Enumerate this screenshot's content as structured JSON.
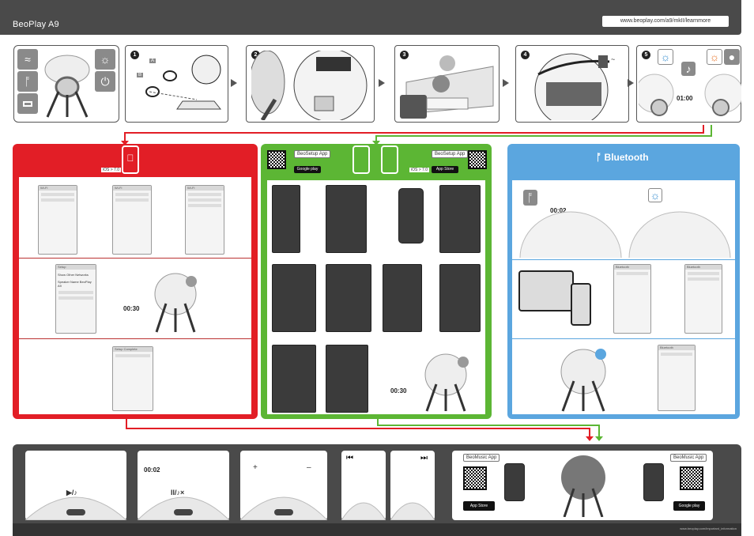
{
  "header": {
    "title": "BeoPlay A9",
    "url": "www.beoplay.com/a9/mkII/learnmore"
  },
  "steps": [
    {
      "num": "1",
      "labels": [
        "A",
        "B"
      ]
    },
    {
      "num": "2"
    },
    {
      "num": "3"
    },
    {
      "num": "4",
      "symbol": "~"
    },
    {
      "num": "5",
      "timer": "01:00"
    }
  ],
  "ios_panel": {
    "version": "iOS > 7.0",
    "timer": "00:30",
    "screens_row1": [
      "Settings",
      "Wi-Fi",
      "Settings",
      "Wi-Fi",
      "Settings",
      "Wi-Fi"
    ],
    "screens_row2": [
      "Wi-Fi",
      "Setup",
      "Show Other Networks",
      "Speaker Name BeoPlay A9"
    ],
    "screens_row3": [
      "Setup Complete"
    ]
  },
  "android_panel": {
    "left_app_label": "BeoSetup App",
    "right_app_label": "BeoSetup App",
    "google_play": "Google play",
    "app_store": "App Store",
    "version": "iOS > 7.0",
    "timer": "00:30"
  },
  "bluetooth_panel": {
    "title": "Bluetooth",
    "timer": "00:02",
    "screens": [
      "Bluetooth",
      "Bluetooth",
      "Bluetooth"
    ]
  },
  "bottom": {
    "timer": "00:02",
    "plus": "+",
    "minus": "–",
    "left_app_label": "BeoMusic App",
    "right_app_label": "BeoMusic App",
    "app_store": "App Store",
    "google_play": "Google play",
    "footer_url": "www.beoplay.com/important_information"
  },
  "colors": {
    "header": "#4a4a4a",
    "ios": "#e21e26",
    "android": "#5cb634",
    "bluetooth": "#5ba6df"
  }
}
